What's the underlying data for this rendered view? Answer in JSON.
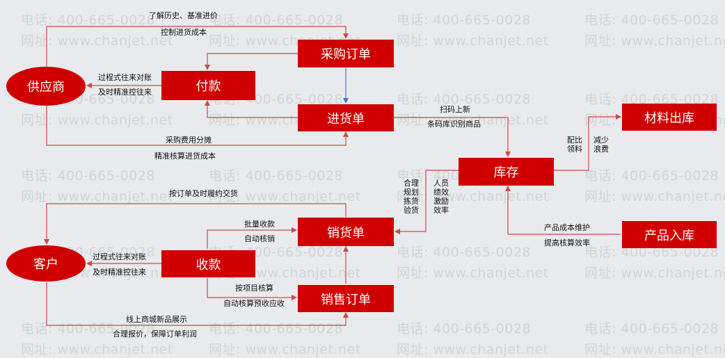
{
  "watermark": {
    "phone": "电话: 400-665-0028",
    "site": "网址: www.chanjet.net"
  },
  "nodes": {
    "supplier": "供应商",
    "purchase_order": "采购订单",
    "payment": "付款",
    "receipt": "进货单",
    "inventory": "库存",
    "material_out": "材料出库",
    "product_in": "产品入库",
    "sales_invoice": "销货单",
    "sales_order": "销售订单",
    "collection": "收款",
    "customer": "客户"
  },
  "labels": {
    "history_1": "了解历史、基准进价",
    "history_2": "控制进货成本",
    "pay_1": "过程式往来对账",
    "pay_2": "及时精准控往来",
    "cost_1": "采购费用分摊",
    "cost_2": "精准核算进货成本",
    "scan_1": "扫码上新",
    "scan_2": "条码库识别商品",
    "material_1": "配比",
    "material_2": "领料",
    "waste_1": "减少",
    "waste_2": "浪费",
    "plan_1": "合理",
    "plan_2": "规划",
    "plan_3": "拣货",
    "plan_4": "验货",
    "staff_1": "人员",
    "staff_2": "绩效",
    "staff_3": "激励",
    "staff_4": "效率",
    "product_1": "产品成本维护",
    "product_2": "提高核算效率",
    "delivery": "按订单及时履约交货",
    "batch_1": "批量收款",
    "batch_2": "自动核销",
    "recv_1": "过程式往来对账",
    "recv_2": "及时精准控往来",
    "project_1": "按项目核算",
    "project_2": "自动核算预收应收",
    "mall_1": "线上商城新品展示",
    "mall_2": "合理报价，保障订单利润"
  },
  "colors": {
    "node_fill": "#d10000",
    "line": "#c94a4a",
    "arrow_blue": "#4a76c0",
    "background": "#e9eaed"
  }
}
